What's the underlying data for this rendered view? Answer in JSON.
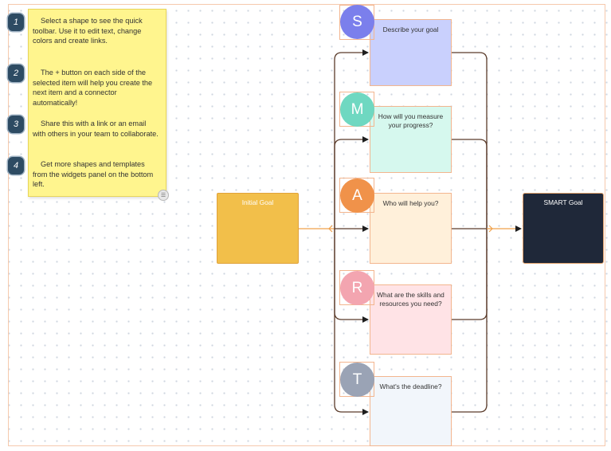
{
  "notes": [
    {
      "number": "1",
      "text": "Select a shape to see the quick toolbar. Use it to edit text, change colors and create links."
    },
    {
      "number": "2",
      "text": "The + button on each side of the selected item will help you create the next item and a connector automatically!"
    },
    {
      "number": "3",
      "text": "Share this with a link or an email with others in your team to collaborate."
    },
    {
      "number": "4",
      "text": "Get more shapes and templates from the widgets panel on the bottom left."
    }
  ],
  "widget_icon": "stack-icon",
  "initial_goal": {
    "label": "Initial Goal",
    "color": "#f2bf4a"
  },
  "smart_goal": {
    "label": "SMART Goal",
    "color": "#1f2839"
  },
  "steps": [
    {
      "letter": "S",
      "question": "Describe your goal",
      "circle_color": "#7b7fec",
      "card_color": "#c9d0fd"
    },
    {
      "letter": "M",
      "question": "How will you measure your progress?",
      "circle_color": "#6fd8c1",
      "card_color": "#d6f8ee"
    },
    {
      "letter": "A",
      "question": "Who will help you?",
      "circle_color": "#f0924a",
      "card_color": "#fff0da"
    },
    {
      "letter": "R",
      "question": "What are the skills and resources you need?",
      "circle_color": "#f3a5b0",
      "card_color": "#ffe3e6"
    },
    {
      "letter": "T",
      "question": "What's the deadline?",
      "circle_color": "#9aa3b5",
      "card_color": "#f2f6fb"
    }
  ]
}
